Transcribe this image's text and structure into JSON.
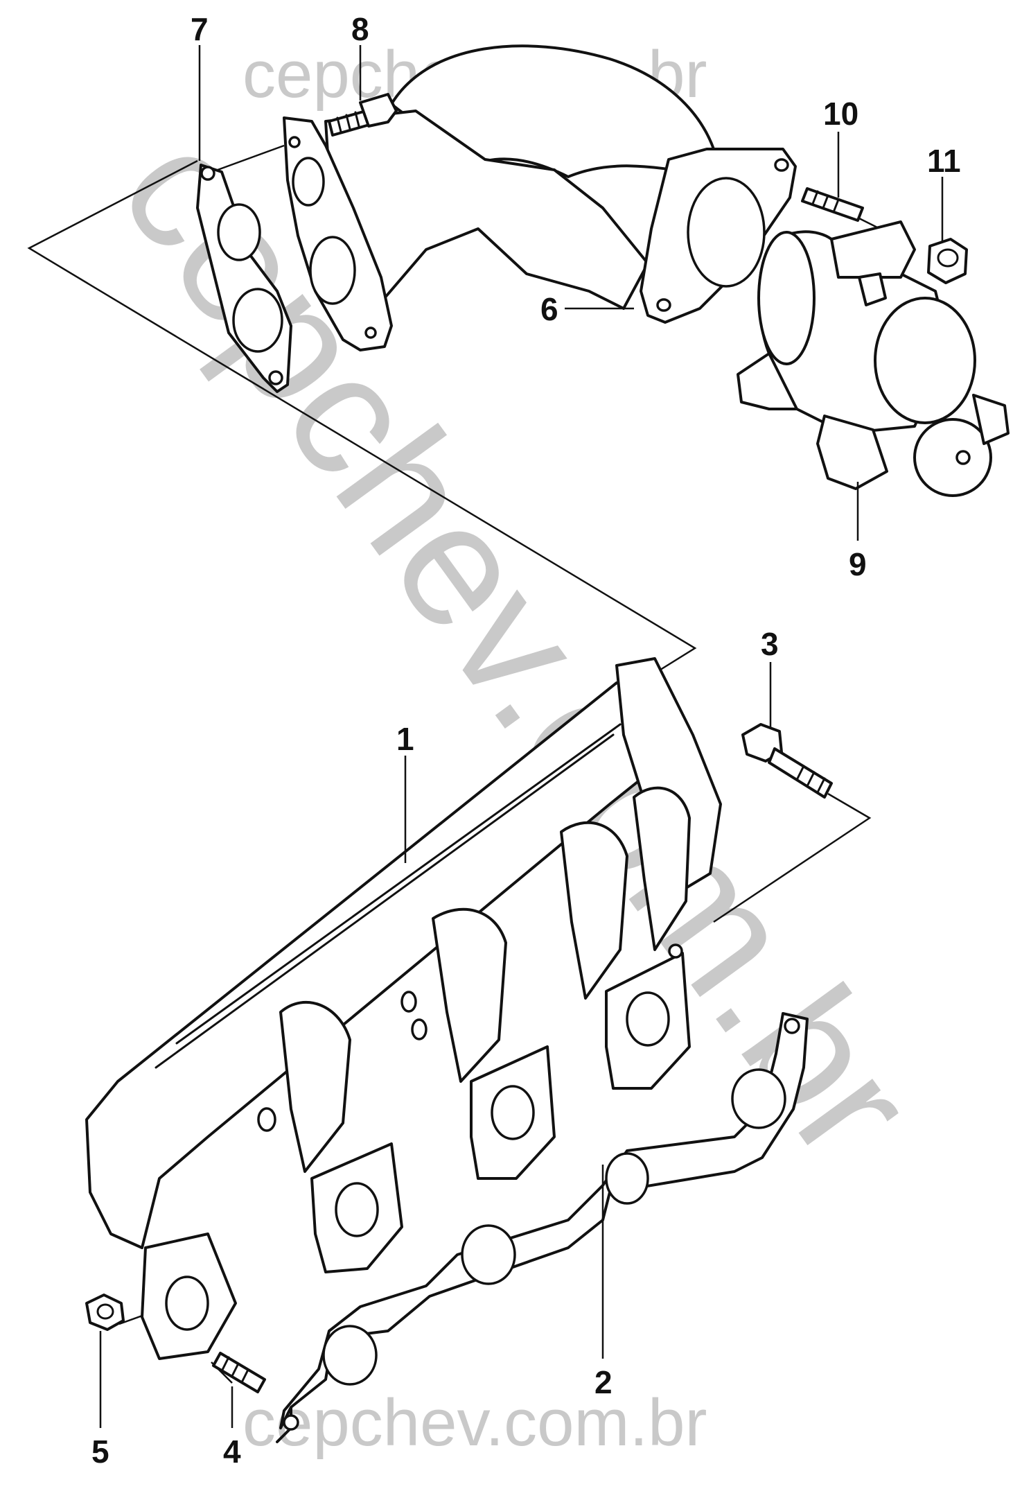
{
  "watermark": {
    "top": "cepchev.com.br",
    "bottom": "cepchev.com.br",
    "diagonal": "cepchev.com.br",
    "color": "#c9c9c9"
  },
  "callouts": {
    "c1": "1",
    "c2": "2",
    "c3": "3",
    "c4": "4",
    "c5": "5",
    "c6": "6",
    "c7": "7",
    "c8": "8",
    "c9": "9",
    "c10": "10",
    "c11": "11"
  }
}
